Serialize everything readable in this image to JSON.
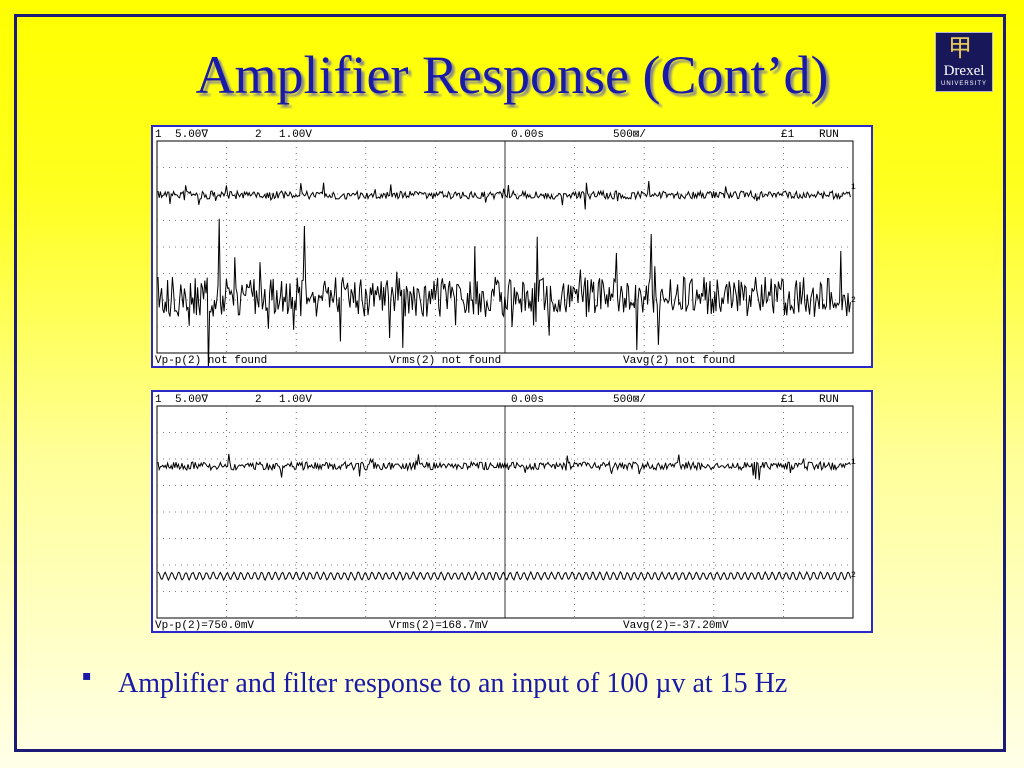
{
  "slide": {
    "title": "Amplifier Response (Cont’d)",
    "logo": {
      "name": "Drexel",
      "sub": "UNIVERSITY"
    },
    "bullet_marker": "▪",
    "caption": "Amplifier and filter response to an input of 100 µv at 15 Hz"
  },
  "scopes": [
    {
      "header": {
        "ch1": "1",
        "ch1_scale": "5.00∇",
        "ch2": "2",
        "ch2_scale": "1.00V",
        "time_offset": "0.00s",
        "time_scale": "500⊠/",
        "trigger": "£1",
        "mode": "RUN"
      },
      "footer": {
        "vpp": "Vp-p(2)  not  found",
        "vrms": "Vrms(2)  not  found",
        "vavg": "Vavg(2)  not  found"
      },
      "ch1_marker": "1",
      "ch2_marker": "2",
      "channel2_shape": "noise"
    },
    {
      "header": {
        "ch1": "1",
        "ch1_scale": "5.00∇",
        "ch2": "2",
        "ch2_scale": "1.00V",
        "time_offset": "0.00s",
        "time_scale": "500⊠/",
        "trigger": "£1",
        "mode": "RUN"
      },
      "footer": {
        "vpp": "Vp-p(2)=750.0mV",
        "vrms": "Vrms(2)=168.7mV",
        "vavg": "Vavg(2)=-37.20mV"
      },
      "ch1_marker": "1",
      "ch2_marker": "2",
      "channel2_shape": "sine"
    }
  ]
}
